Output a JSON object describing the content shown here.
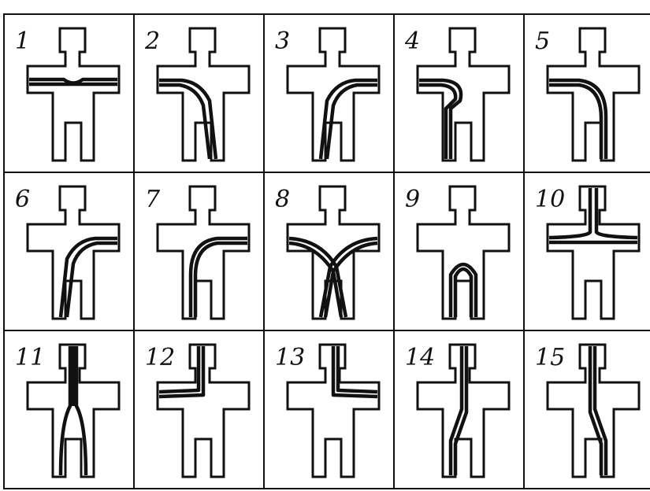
{
  "panels": [
    {
      "label": "1",
      "path_type": "straight-across-arms"
    },
    {
      "label": "2",
      "path_type": "left-arm-to-right-leg"
    },
    {
      "label": "3",
      "path_type": "right-arm-to-left-leg"
    },
    {
      "label": "4",
      "path_type": "left-arm-to-left-leg"
    },
    {
      "label": "5",
      "path_type": "left-arm-to-right-leg-curved"
    },
    {
      "label": "6",
      "path_type": "right-arm-to-left-leg"
    },
    {
      "label": "7",
      "path_type": "right-arm-to-left-leg-curved"
    },
    {
      "label": "8",
      "path_type": "cross-arms-to-legs"
    },
    {
      "label": "9",
      "path_type": "leg-to-leg-loop"
    },
    {
      "label": "10",
      "path_type": "head-to-both-arms"
    },
    {
      "label": "11",
      "path_type": "head-to-both-legs"
    },
    {
      "label": "12",
      "path_type": "head-to-left-arm"
    },
    {
      "label": "13",
      "path_type": "head-to-right-arm"
    },
    {
      "label": "14",
      "path_type": "head-to-left-leg"
    },
    {
      "label": "15",
      "path_type": "head-to-right-leg"
    }
  ]
}
